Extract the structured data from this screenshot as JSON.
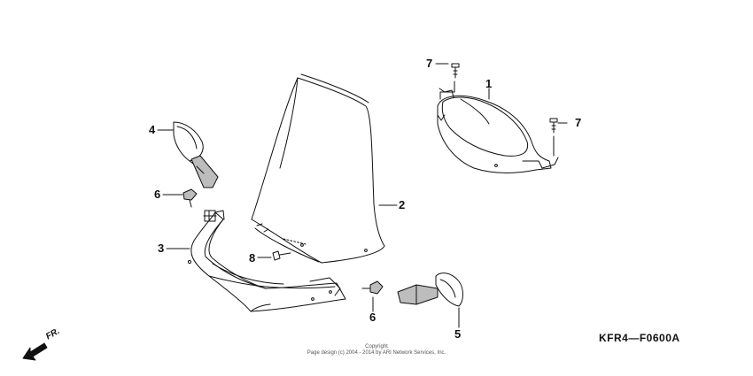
{
  "callouts": {
    "c1": "1",
    "c2": "2",
    "c3": "3",
    "c4": "4",
    "c5": "5",
    "c6a": "6",
    "c6b": "6",
    "c7a": "7",
    "c7b": "7",
    "c8": "8"
  },
  "diagram_code": "KFR4—F0600A",
  "copyright": {
    "line1": "Copyright",
    "line2": "Page design (c) 2004 - 2014 by ARI Network Services, Inc."
  },
  "front_indicator": {
    "label": "FR.",
    "icon": "front-direction-arrow-icon"
  },
  "colors": {
    "line": "#111111",
    "shade": "#bdbdbd",
    "background": "#ffffff"
  }
}
